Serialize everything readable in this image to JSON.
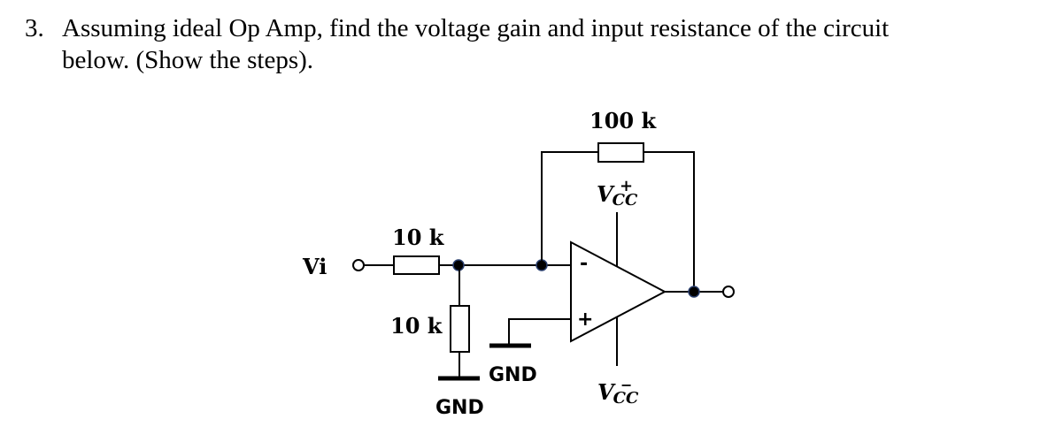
{
  "question": {
    "number": "3.",
    "line1": "Assuming ideal Op Amp, find the voltage gain and input resistance of the circuit",
    "line2": "below. (Show the steps)."
  },
  "circuit": {
    "input_label": "Vi",
    "resistors": {
      "input": "10 k",
      "shunt": "10 k",
      "feedback": "100 k"
    },
    "opamp": {
      "inverting_symbol": "-",
      "noninverting_symbol": "+",
      "vcc_pos_base": "V",
      "vcc_pos_sub": "CC",
      "vcc_pos_sup": "+",
      "vcc_neg_base": "V",
      "vcc_neg_sub": "CC",
      "vcc_neg_sup": "−"
    },
    "ground_labels": {
      "shunt_ground": "GND",
      "noninverting_ground": "GND"
    },
    "colors": {
      "wire": "#000000",
      "node_outline": "#2a3f6e"
    }
  }
}
